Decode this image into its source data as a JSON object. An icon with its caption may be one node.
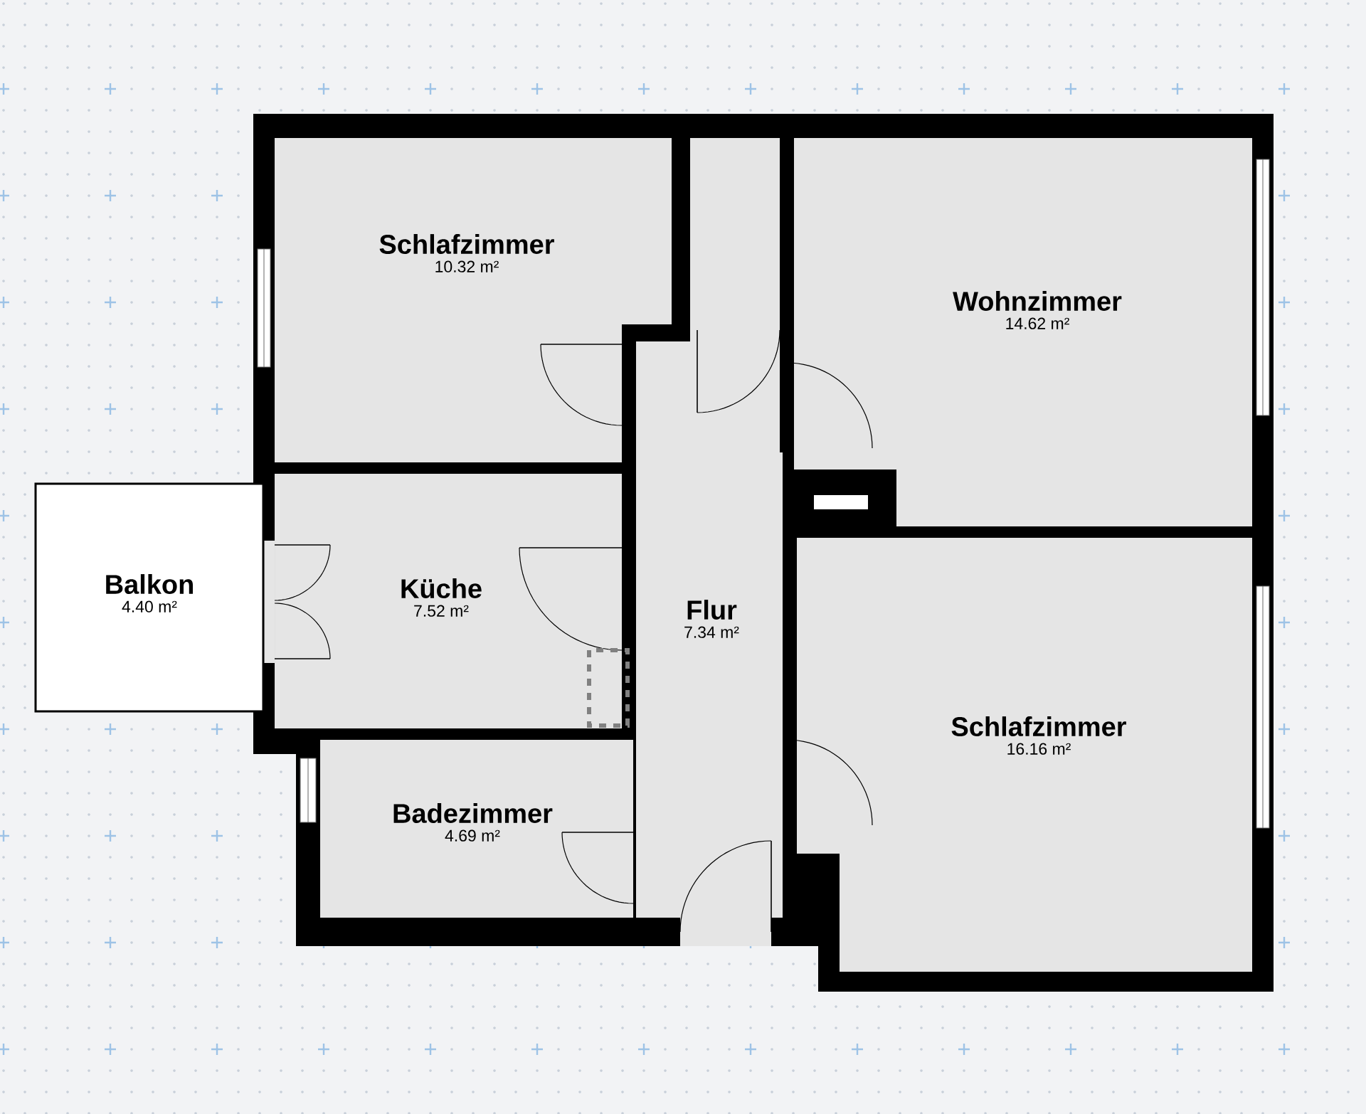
{
  "diagram": {
    "nodes": [
      {
        "text": [
          "Schlafzimmer",
          "10.32 m²"
        ]
      },
      {
        "text": [
          "Wohnzimmer",
          "14.62 m²"
        ]
      },
      {
        "text": [
          "Küche",
          "7.52 m²"
        ]
      },
      {
        "text": [
          "Flur",
          "7.34 m²"
        ]
      },
      {
        "text": [
          "Schlafzimmer",
          "16.16 m²"
        ]
      },
      {
        "text": [
          "Badezimmer",
          "4.69 m²"
        ]
      },
      {
        "text": [
          "Balkon",
          "4.40 m²"
        ]
      }
    ]
  }
}
